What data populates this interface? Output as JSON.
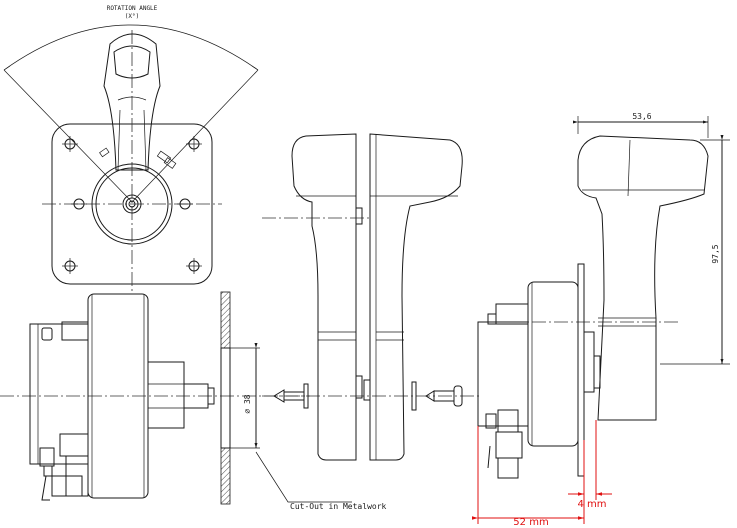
{
  "labels": {
    "rotation_angle": "ROTATION ANGLE",
    "rotation_angle_value": "(X°)",
    "width_dim": "53,6",
    "height_dim": "97,5",
    "diameter_dim": "⌀ 38",
    "cutout_note": "Cut-Out in Metalwork",
    "offset_dim": "4 mm",
    "depth_dim": "52 mm"
  },
  "colors": {
    "line": "#1a1a1a",
    "dimension_red": "#e01010"
  }
}
